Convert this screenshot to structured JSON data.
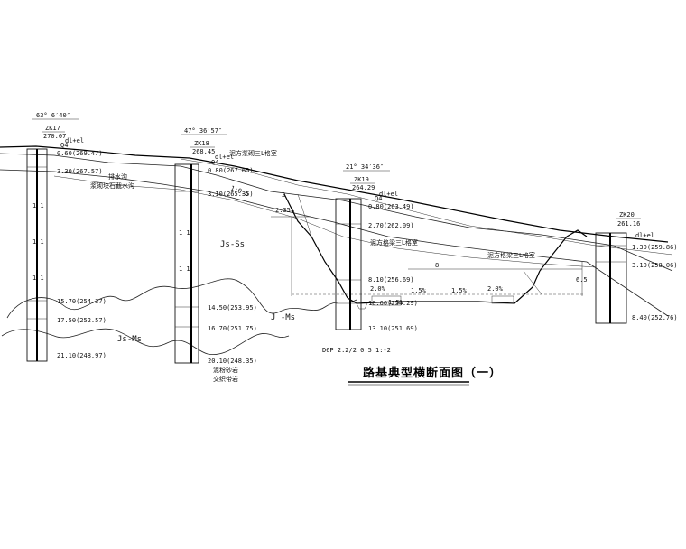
{
  "title": "路基典型横断面图（一）",
  "boreholes": [
    {
      "id": "zk17",
      "angle": "63° 6′40″",
      "name": "ZK17",
      "elev": "270.07",
      "layers": [
        "0.60(269.47)",
        "3.30(267.57)",
        "15.70(254.37)",
        "17.50(252.57)",
        "21.10(248.97)"
      ],
      "notes": [
        "排水沟",
        "浆砌块石截水沟"
      ]
    },
    {
      "id": "zk18",
      "angle": "47° 36′57″",
      "name": "ZK18",
      "elev": "268.45",
      "layers": [
        "0.80(267.65)",
        "3.10(265.35)",
        "14.50(253.95)",
        "16.70(251.75)",
        "20.10(248.35)"
      ],
      "notes": [
        "泥方浆砌三L格室",
        "泥粉砂岩",
        "交织带岩"
      ]
    },
    {
      "id": "zk19",
      "angle": "21° 34′36″",
      "name": "ZK19",
      "elev": "264.29",
      "layers": [
        "0.80(263.49)",
        "2.70(262.09)",
        "8.10(256.69)",
        "10.60(254.29)",
        "13.10(251.69)"
      ],
      "notes": [
        "泥方格梁三L格室"
      ]
    },
    {
      "id": "zk20",
      "angle": "",
      "name": "ZK20",
      "elev": "261.16",
      "layers": [
        "1.30(259.86)",
        "3.10(258.06)",
        "8.40(252.76)"
      ],
      "notes": [
        "泥方格梁三L格室"
      ]
    }
  ],
  "labels": {
    "dl_el": "dl+el",
    "q4": "Q4",
    "rock1": "Js-Ss",
    "rock2": "J -Ms",
    "rock3": "Js-Ms",
    "slope_note": "D6P  2.2/2  0.5  1:-2",
    "dims": [
      "2.35%",
      "1.5%",
      "1.5%",
      "2.0%",
      "2.0%",
      "1.5%",
      "8",
      "2",
      "6.5"
    ],
    "slope_ratio": "1:0.5"
  }
}
